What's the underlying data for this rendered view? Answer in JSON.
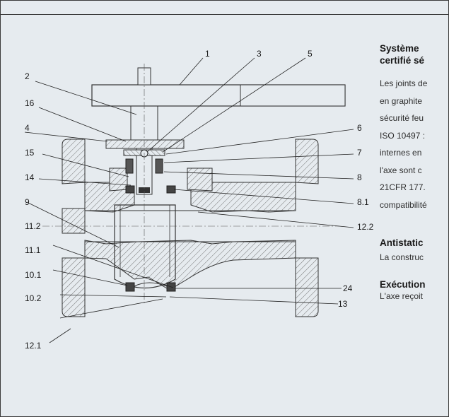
{
  "diagram": {
    "part_labels": [
      "1",
      "3",
      "5",
      "2",
      "16",
      "4",
      "6",
      "7",
      "15",
      "8",
      "14",
      "8.1",
      "9",
      "12.2",
      "11.2",
      "11.1",
      "24",
      "10.1",
      "13",
      "10.2",
      "12.1"
    ]
  },
  "text_column": {
    "heading_line1": "Système",
    "heading_line2": "certifié sé",
    "paragraph_lines": [
      "Les joints de",
      "en graphite",
      "sécurité feu",
      "ISO 10497 :",
      "internes en",
      "l'axe sont c",
      "21CFR 177.",
      "compatibilité"
    ],
    "antistatic_heading": "Antistatic",
    "antistatic_text": "La construc",
    "execution_heading": "Exécution",
    "execution_text": "L'axe reçoit"
  }
}
